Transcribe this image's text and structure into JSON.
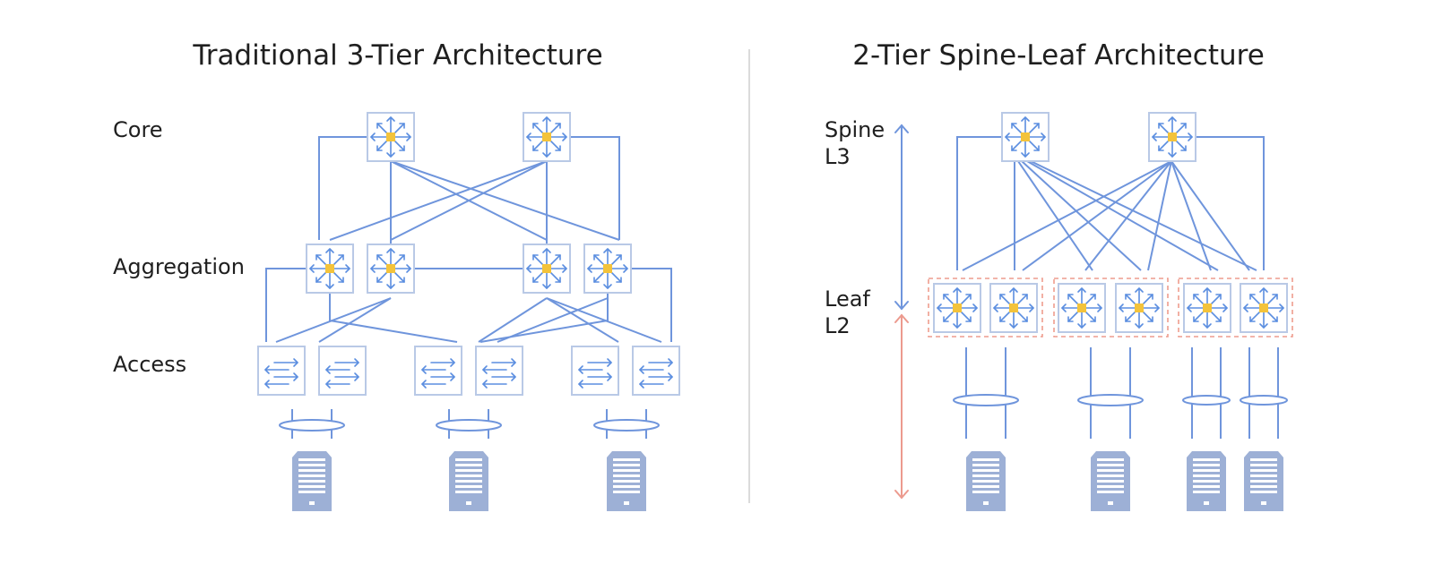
{
  "left": {
    "title": "Traditional 3-Tier Architecture",
    "tiers": {
      "core": "Core",
      "aggregation": "Aggregation",
      "access": "Access"
    }
  },
  "right": {
    "title": "2-Tier Spine-Leaf Architecture",
    "spine": {
      "line1": "Spine",
      "line2": "L3"
    },
    "leaf": {
      "line1": "Leaf",
      "line2": "L2"
    }
  },
  "icons": {
    "router": "router-icon",
    "switch": "switch-icon",
    "server": "server-icon",
    "link_bundle": "link-bundle-icon"
  },
  "colors": {
    "link": "#6f95dc",
    "router_hub": "#f3c33b",
    "device_border": "#b9c9e6",
    "server": "#9db0d6",
    "l2_domain": "#ee9c8e"
  }
}
